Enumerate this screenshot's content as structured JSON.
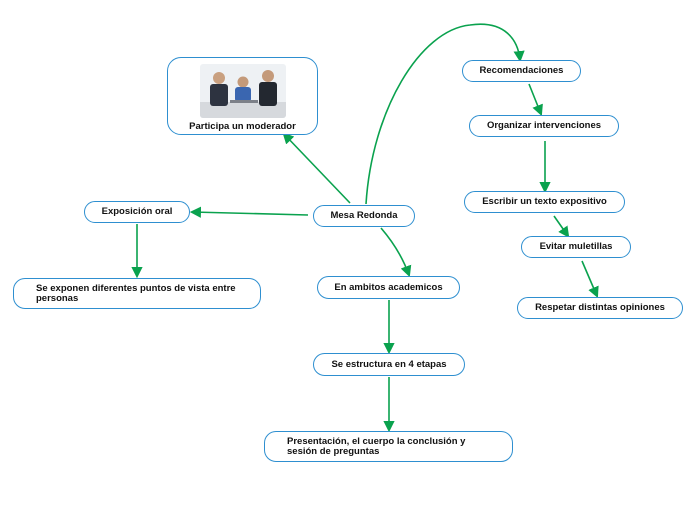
{
  "colors": {
    "node_border": "#2e8fd0",
    "edge": "#0aa24e",
    "text": "#111111"
  },
  "nodes": {
    "central": "Mesa Redonda",
    "moderator": "Participa un moderador",
    "moderator_image": "photo-three-men-meeting",
    "exposicion": "Exposición oral",
    "exponen": "Se exponen diferentes puntos de vista entre personas",
    "ambitos": "En ambitos academicos",
    "estructura": "Se estructura en 4 etapas",
    "presentacion": "Presentación, el cuerpo la conclusión y sesión de preguntas",
    "recomendaciones": "Recomendaciones",
    "organizar": "Organizar intervenciones",
    "escribir": "Escribir un texto expositivo",
    "evitar": "Evitar muletillas",
    "respetar": "Respetar distintas opiniones"
  }
}
